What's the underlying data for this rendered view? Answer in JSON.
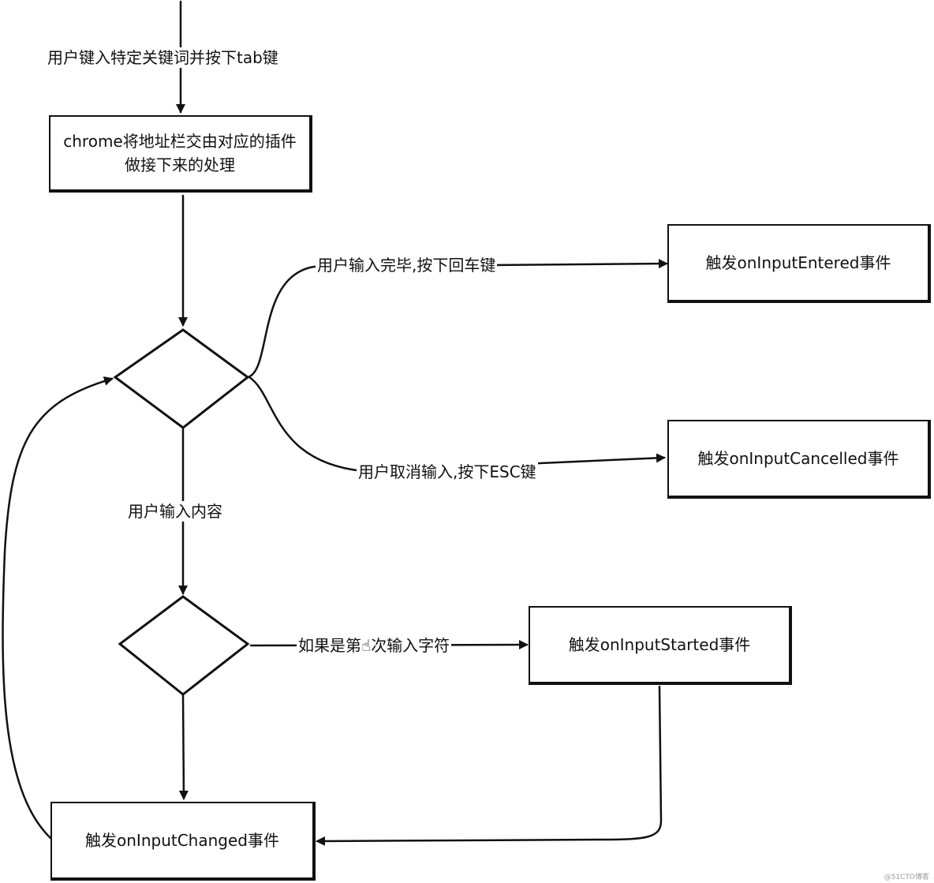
{
  "nodes": {
    "start_label": "用户键入特定关键词并按下tab键",
    "chrome_box": "chrome将地址栏交由对应的插件做接下来的处理",
    "entered_label": "用户输入完毕,按下回车键",
    "entered_box": "触发onInputEntered事件",
    "cancelled_label": "用户取消输入,按下ESC键",
    "cancelled_box": "触发onInputCancelled事件",
    "input_label": "用户输入内容",
    "first_char_label": "如果是第",
    "first_char_label_rest": "次输入字符",
    "first_char_emoji": "☝",
    "started_box": "触发onInputStarted事件",
    "changed_box": "触发onInputChanged事件"
  },
  "watermark": "@51CTO博客",
  "colors": {
    "stroke": "#111111",
    "background": "#ffffff"
  }
}
